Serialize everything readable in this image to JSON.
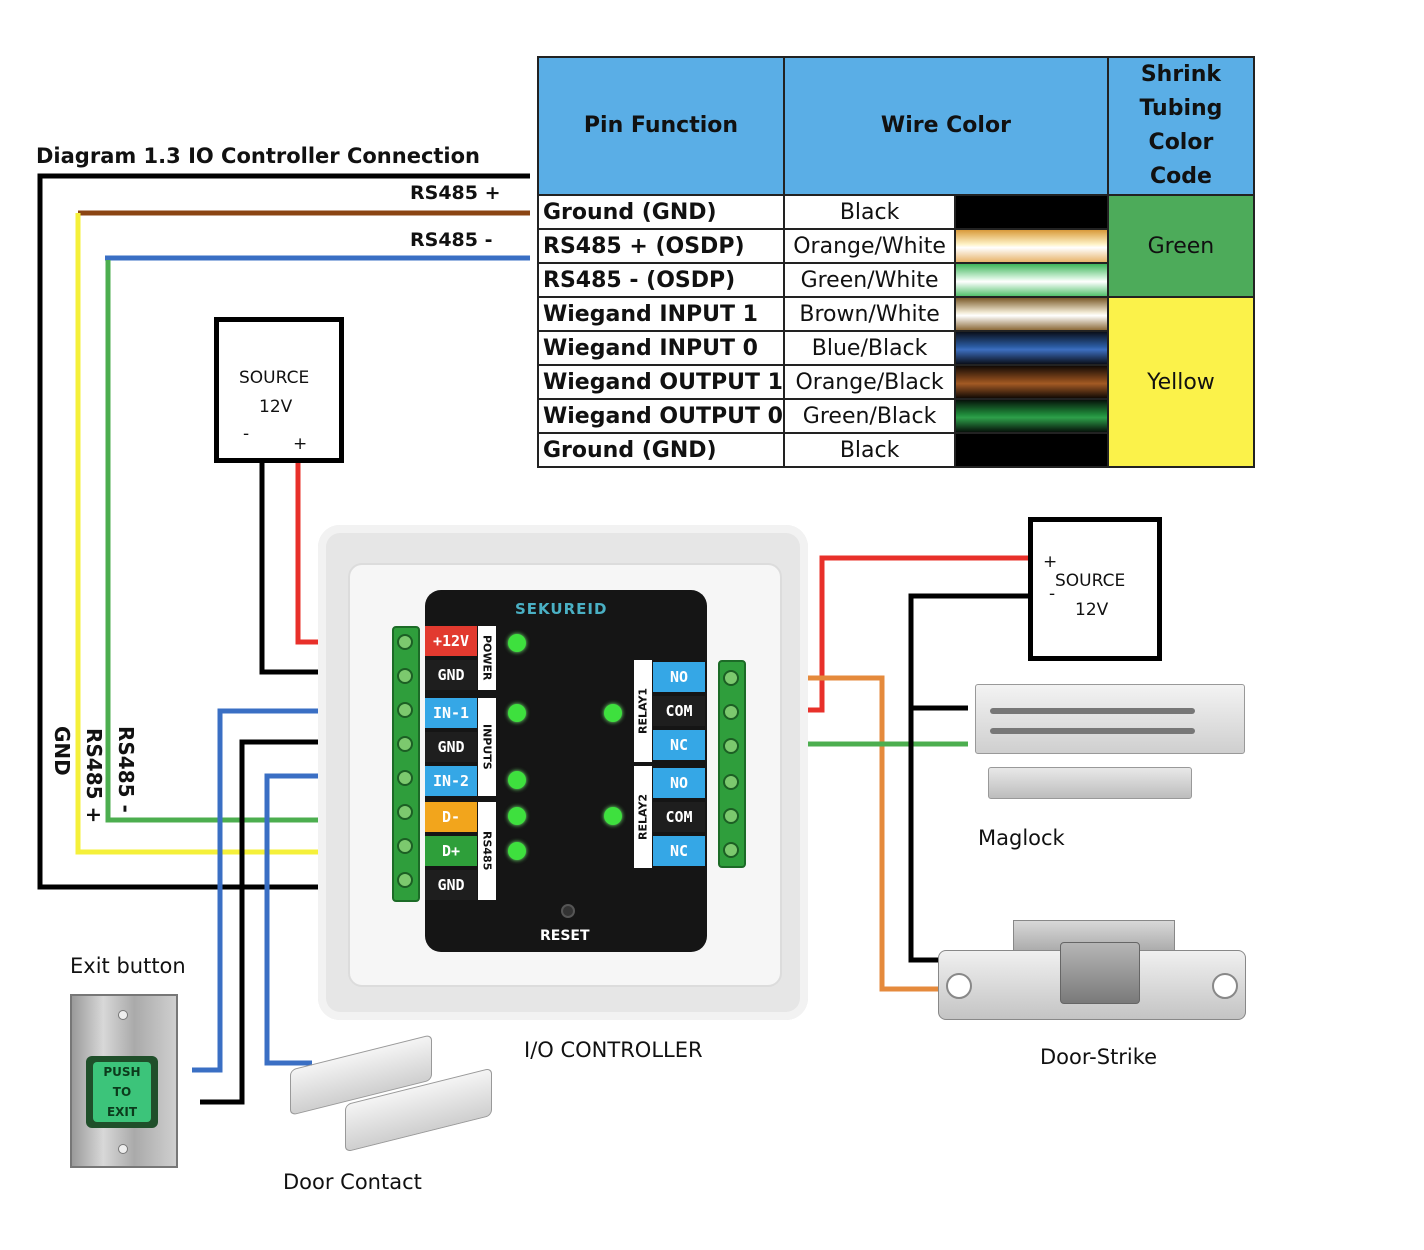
{
  "diagram_title": "Diagram 1.3 IO Controller Connection",
  "wire_labels": {
    "rs485_plus_top": "RS485 +",
    "rs485_minus_top": "RS485 -",
    "gnd_vertical": "GND",
    "rs485_plus_vertical": "RS485 +",
    "rs485_minus_vertical": "RS485 -"
  },
  "table": {
    "headers": {
      "pin_function": "Pin Function",
      "wire_color": "Wire Color",
      "shrink": "Shrink Tubing Color Code"
    },
    "rows": [
      {
        "pin": "Ground (GND)",
        "color": "Black"
      },
      {
        "pin": "RS485 + (OSDP)",
        "color": "Orange/White"
      },
      {
        "pin": "RS485 - (OSDP)",
        "color": "Green/White"
      },
      {
        "pin": "Wiegand INPUT 1",
        "color": "Brown/White"
      },
      {
        "pin": "Wiegand INPUT 0",
        "color": "Blue/Black"
      },
      {
        "pin": "Wiegand OUTPUT 1",
        "color": "Orange/Black"
      },
      {
        "pin": "Wiegand OUTPUT 0",
        "color": "Green/Black"
      },
      {
        "pin": "Ground (GND)",
        "color": "Black"
      }
    ],
    "shrink_groups": [
      {
        "label": "Green",
        "color": "#4dab5a"
      },
      {
        "label": "Yellow",
        "color": "#fbf24a"
      }
    ]
  },
  "source_left": {
    "label": "SOURCE",
    "voltage": "12V",
    "minus": "-",
    "plus": "+"
  },
  "source_right": {
    "label": "SOURCE",
    "voltage": "12V",
    "minus": "-",
    "plus": "+"
  },
  "controller": {
    "brand": "SEKUREID",
    "reset": "RESET",
    "groups": {
      "power": "POWER",
      "inputs": "INPUTS",
      "rs485": "RS485",
      "relay1": "RELAY1",
      "relay2": "RELAY2"
    },
    "left_pins": [
      "+12V",
      "GND",
      "IN-1",
      "GND",
      "IN-2",
      "D-",
      "D+",
      "GND"
    ],
    "relay1_pins": [
      "NO",
      "COM",
      "NC"
    ],
    "relay2_pins": [
      "NO",
      "COM",
      "NC"
    ]
  },
  "exit_button": {
    "title": "Exit button",
    "face_lines": [
      "PUSH",
      "TO",
      "EXIT"
    ]
  },
  "captions": {
    "io_controller": "I/O CONTROLLER",
    "maglock": "Maglock",
    "door_strike": "Door-Strike",
    "door_contact": "Door Contact"
  },
  "wire_colors": {
    "black": "#000000",
    "brown": "#8b4513",
    "blue": "#3a6fc4",
    "yellow": "#f5f03a",
    "green": "#4cae4f",
    "red": "#e8302a",
    "orange": "#e58a3c"
  }
}
